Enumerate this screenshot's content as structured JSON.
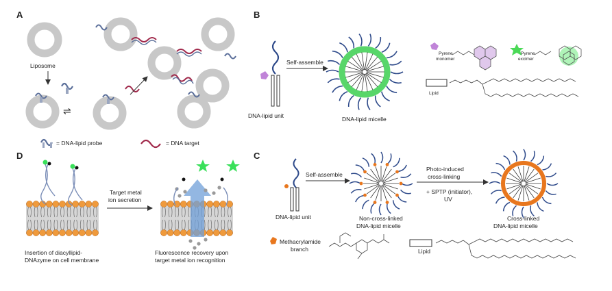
{
  "panels": {
    "A": {
      "letter": "A",
      "liposome": "Liposome",
      "legend_probe": "= DNA-lipid probe",
      "legend_target": "= DNA target",
      "colors": {
        "ring": "#c8c8c8",
        "probe": "#5b6f9a",
        "target": "#a0284a"
      }
    },
    "B": {
      "letter": "B",
      "arrow_label": "Self-assemble",
      "unit_label": "DNA-lipid unit",
      "micelle_label": "DNA-lipid micelle",
      "pyrene_monomer": [
        "Pyrene",
        "monomer"
      ],
      "pyrene_excimer": [
        "Pyrene",
        "excimer"
      ],
      "lipid": "Lipid",
      "colors": {
        "shell": "#58d66a",
        "monomer": "#c084d8",
        "excimer": "#4bd957",
        "dna": "#2e4a8a"
      }
    },
    "C": {
      "letter": "C",
      "arrow1": "Self-assemble",
      "arrow2_top": [
        "Photo-induced",
        "cross-linking"
      ],
      "arrow2_bottom": [
        "+ SPTP (initiator),",
        "UV"
      ],
      "unit_label": "DNA-lipid unit",
      "noncross_label": [
        "Non-cross-linked",
        "DNA-lipid micelle"
      ],
      "cross_label": [
        "Cross-linked",
        "DNA-lipid micelle"
      ],
      "methacrylamide": [
        "Methacrylamide",
        "branch"
      ],
      "lipid": "Lipid",
      "colors": {
        "ring": "#e8771e",
        "dot": "#e8771e",
        "dna": "#2e4a8a"
      }
    },
    "D": {
      "letter": "D",
      "arrow_label": [
        "Target metal",
        "ion secretion"
      ],
      "left_caption": [
        "Insertion of diacyllipid-",
        "DNAzyme on cell membrane"
      ],
      "right_caption": [
        "Fluorescence recovery upon",
        "target metal ion recognition"
      ],
      "colors": {
        "head": "#ef9a3c",
        "star": "#39e05a",
        "arrow": "#6f9fd8"
      }
    }
  }
}
